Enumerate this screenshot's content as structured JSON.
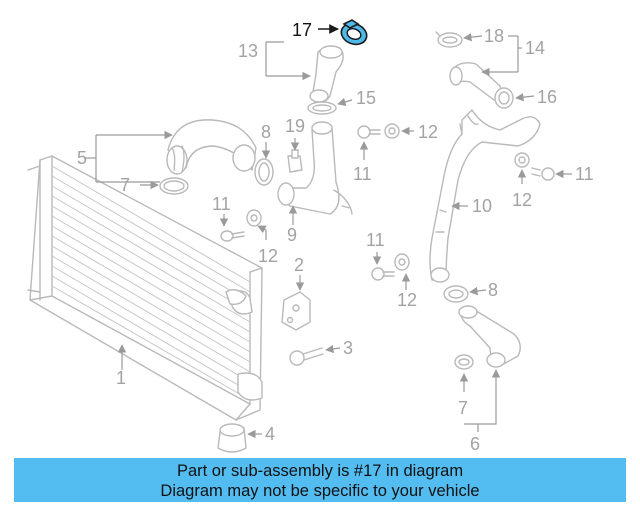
{
  "callouts": {
    "c1": "1",
    "c2": "2",
    "c3": "3",
    "c4": "4",
    "c5": "5",
    "c6": "6",
    "c7a": "7",
    "c7b": "7",
    "c8a": "8",
    "c8b": "8",
    "c9": "9",
    "c10": "10",
    "c11a": "11",
    "c11b": "11",
    "c11c": "11",
    "c11d": "11",
    "c12a": "12",
    "c12b": "12",
    "c12c": "12",
    "c12d": "12",
    "c13": "13",
    "c14": "14",
    "c15": "15",
    "c16": "16",
    "c17": "17",
    "c18": "18",
    "c19": "19"
  },
  "highlight": {
    "part_number": "17",
    "color": "#4fb8e8"
  },
  "banner": {
    "line1": "Part or sub-assembly is #17 in diagram",
    "line2": "Diagram may not be specific to your vehicle",
    "background": "#53bdf2"
  }
}
